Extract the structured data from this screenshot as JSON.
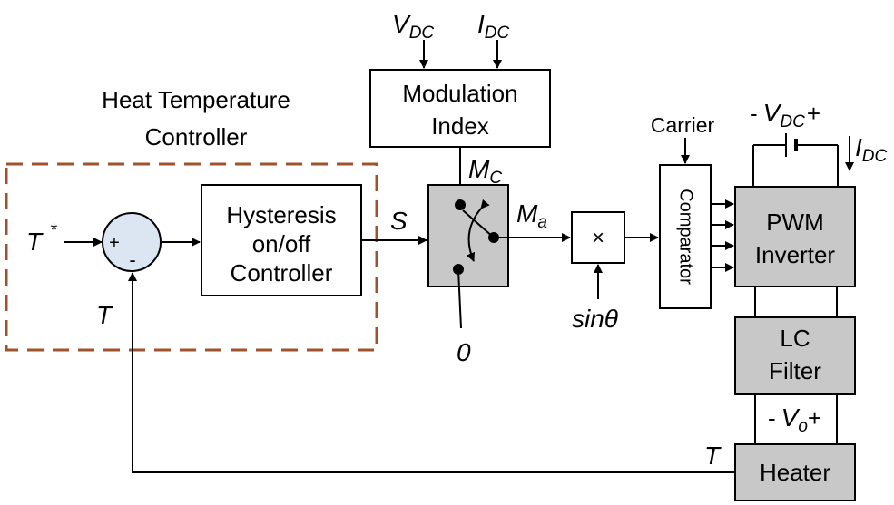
{
  "controller_group": {
    "line1": "Heat Temperature",
    "line2": "Controller",
    "border_color": "#a0522d"
  },
  "inputs": {
    "t_ref": "T",
    "t_ref_sup": "*",
    "t_feedback": "T",
    "plus": "+",
    "minus": "-"
  },
  "hysteresis": {
    "line1": "Hysteresis",
    "line2": "on/off",
    "line3": "Controller"
  },
  "switch": {
    "s_label": "S",
    "mc_main": "M",
    "mc_sub": "C",
    "ma_main": "M",
    "ma_sub": "a",
    "zero": "0"
  },
  "modulation": {
    "line1": "Modulation",
    "line2": "Index",
    "vdc_main": "V",
    "vdc_sub": "DC",
    "idc_main": "I",
    "idc_sub": "DC"
  },
  "multiplier": {
    "symbol": "×",
    "sin_label": "sinθ"
  },
  "comparator": {
    "label": "Comparator",
    "carrier": "Carrier"
  },
  "pwm": {
    "line1": "PWM",
    "line2": "Inverter"
  },
  "dc_source": {
    "minus": "-",
    "v_main": "V",
    "v_sub": "DC",
    "plus": "+",
    "i_main": "I",
    "i_sub": "DC"
  },
  "lc_filter": {
    "line1": "LC",
    "line2": "Filter"
  },
  "output": {
    "minus": "-",
    "v_main": "V",
    "v_sub": "o",
    "plus": "+"
  },
  "heater": {
    "label": "Heater",
    "t_out": "T"
  },
  "colors": {
    "block_gray": "#c8c8c8",
    "summing_fill": "#dce6f2"
  }
}
